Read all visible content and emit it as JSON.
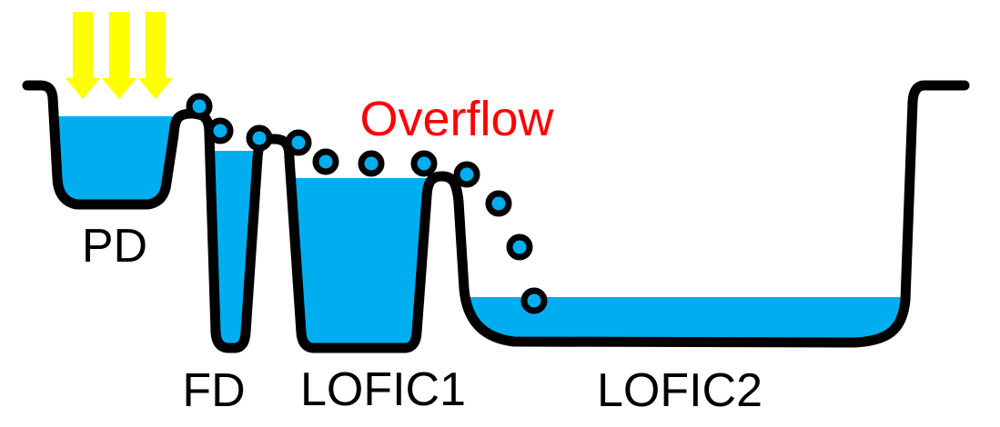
{
  "labels": {
    "pd": "PD",
    "fd": "FD",
    "lofic1": "LOFIC1",
    "lofic2": "LOFIC2",
    "overflow": "Overflow"
  },
  "colors": {
    "water": "#00AEEF",
    "light_arrow": "#FFFF00",
    "overflow_text": "#FF0000",
    "outline": "#000000",
    "label_text": "#000000",
    "background": "#FFFFFF"
  },
  "icons": {
    "light_arrow": "light-arrow-down-icon",
    "charge": "charge-circle-icon"
  }
}
